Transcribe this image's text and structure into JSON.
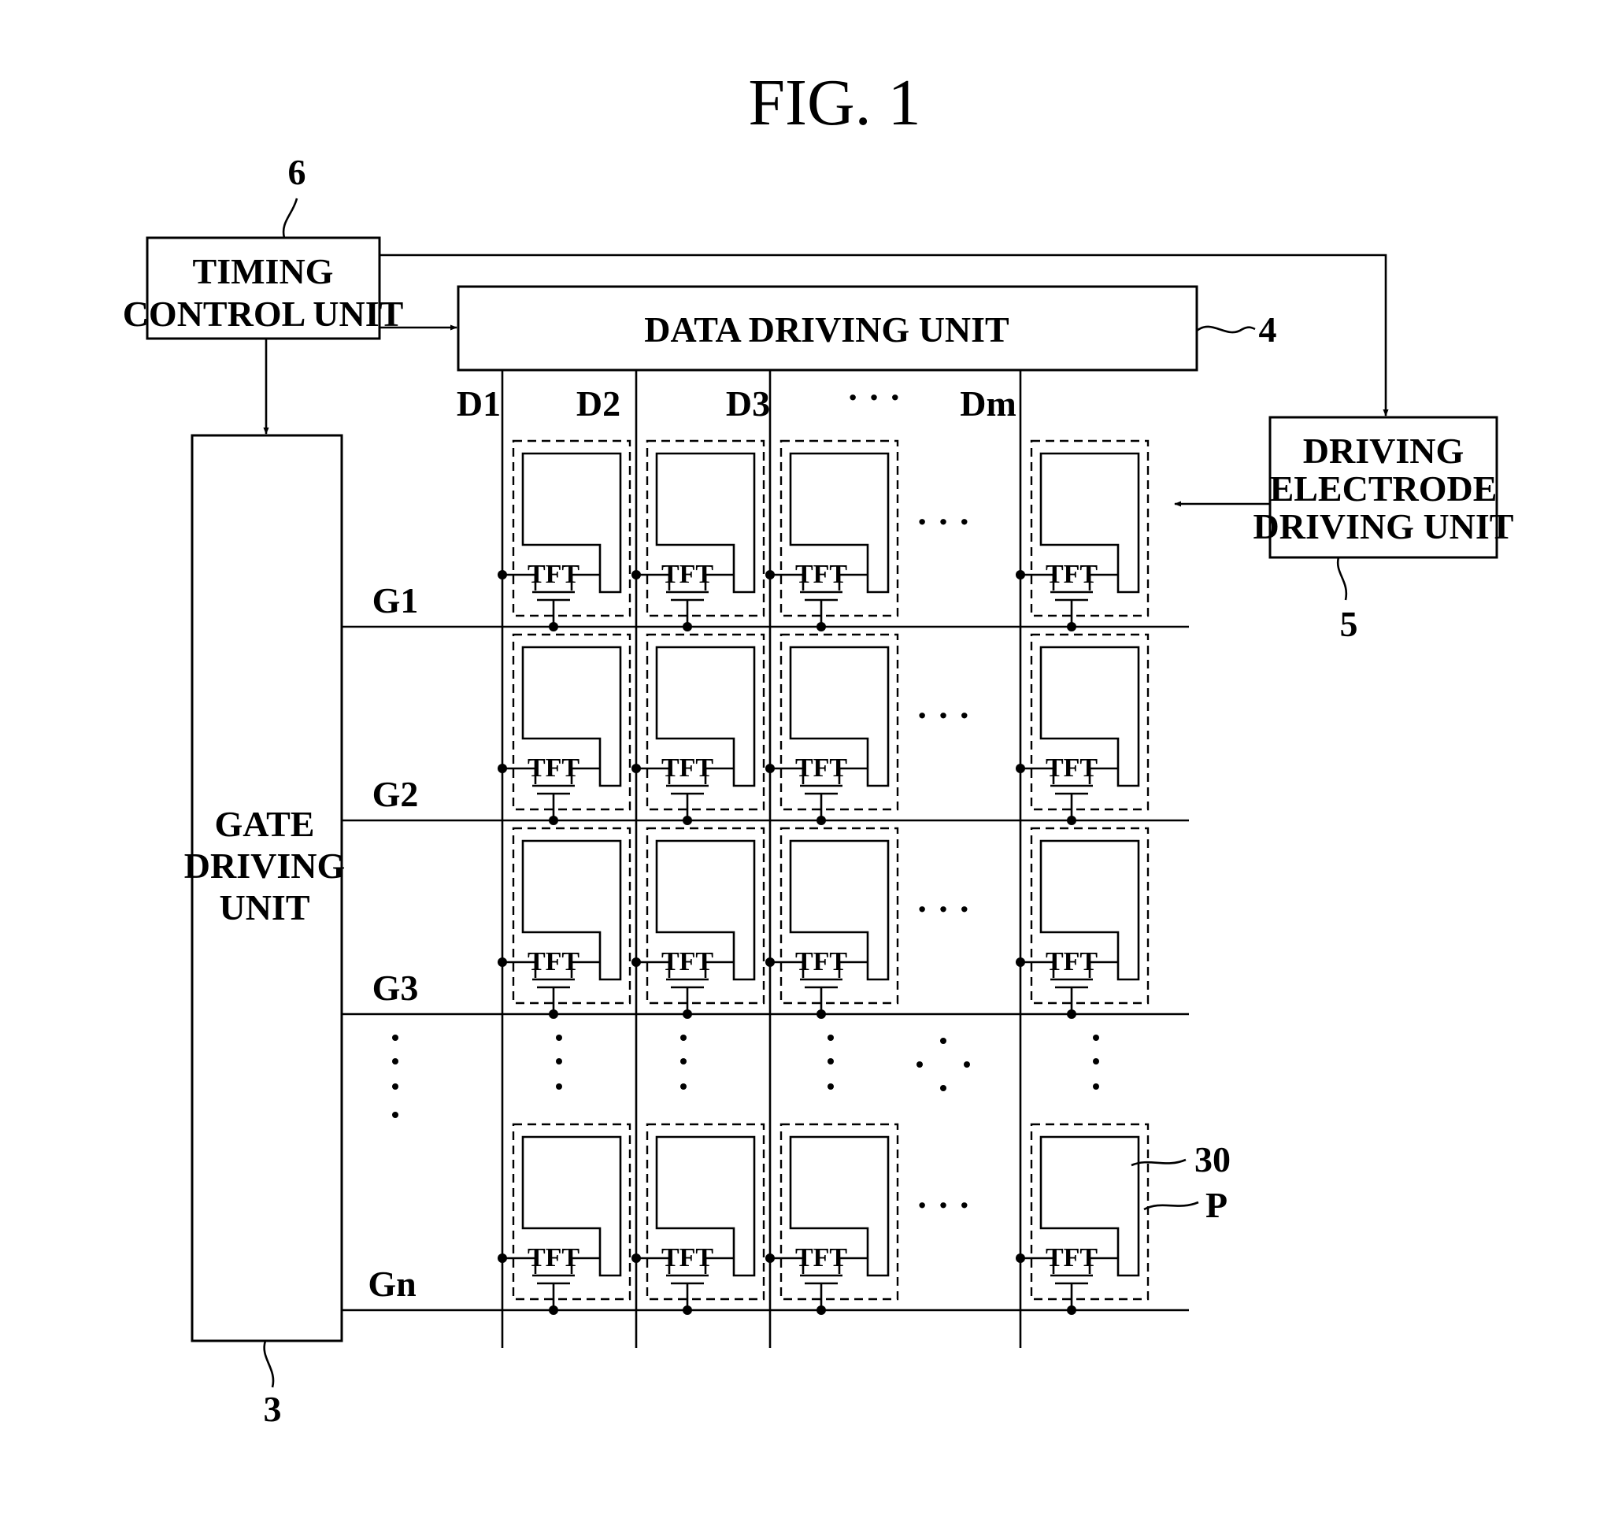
{
  "figure": {
    "title": "FIG. 1"
  },
  "blocks": {
    "timing_control": {
      "lines": [
        "TIMING",
        "CONTROL UNIT"
      ],
      "ref": "6"
    },
    "data_driving": {
      "label": "DATA DRIVING UNIT",
      "ref": "4"
    },
    "gate_driving": {
      "lines": [
        "GATE",
        "DRIVING",
        "UNIT"
      ],
      "ref": "3"
    },
    "driving_electrode": {
      "lines": [
        "DRIVING",
        "ELECTRODE",
        "DRIVING UNIT"
      ],
      "ref": "5"
    }
  },
  "data_lines": [
    "D1",
    "D2",
    "D3",
    "Dm"
  ],
  "gate_lines": [
    "G1",
    "G2",
    "G3",
    "Gn"
  ],
  "pixel": {
    "tft_label": "TFT",
    "electrode_ref": "30",
    "pixel_ref": "P"
  },
  "ellipsis": "· · ·"
}
